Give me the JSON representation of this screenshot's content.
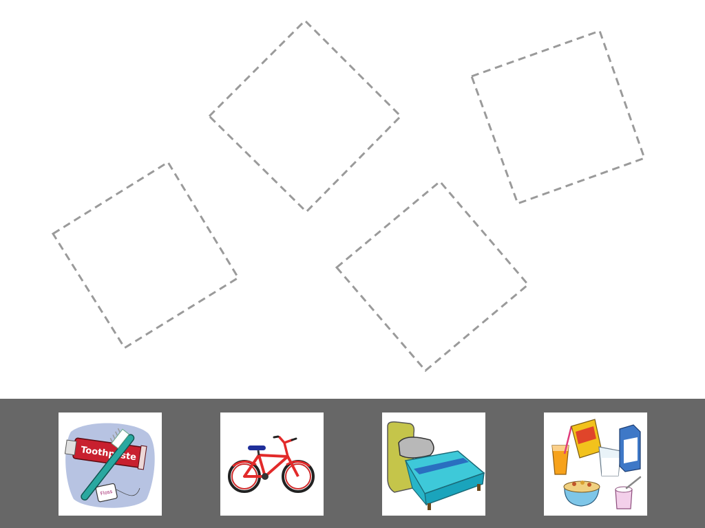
{
  "activity": {
    "drop_zone_count": 4,
    "drop_zones": [
      {
        "id": "zone-1"
      },
      {
        "id": "zone-2"
      },
      {
        "id": "zone-3"
      },
      {
        "id": "zone-4"
      }
    ]
  },
  "tray": {
    "background_color": "#676767",
    "cards": [
      {
        "id": "toothpaste",
        "icon": "toothbrush-toothpaste-icon",
        "paste_label": "Toothpaste",
        "floss_label": "Floss"
      },
      {
        "id": "bicycle",
        "icon": "bicycle-icon"
      },
      {
        "id": "bed",
        "icon": "bed-icon"
      },
      {
        "id": "breakfast",
        "icon": "breakfast-icon"
      }
    ]
  },
  "colors": {
    "zone_border": "#9a9a9a",
    "card_background": "#ffffff"
  }
}
